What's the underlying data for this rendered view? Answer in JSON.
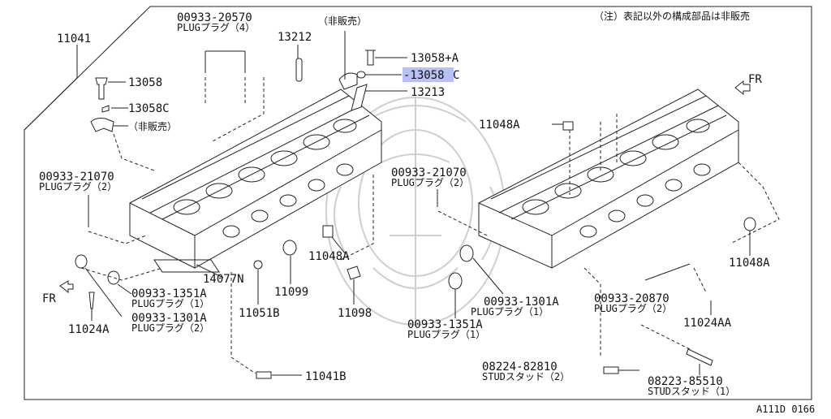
{
  "diagram": {
    "accent": "#b9c0f5",
    "note": "（注）表記以外の構成部品は非販売",
    "corner_code": "A111D 0166",
    "not_for_sale_1": "（非販売）",
    "not_for_sale_2": "（非販売）",
    "fr_right": "FR",
    "fr_left": "FR",
    "labels": {
      "p11041": "11041",
      "p00933_20570": "00933-20570",
      "p00933_20570_sub": "PLUGプラグ（4）",
      "p13212": "13212",
      "p13058_a": "13058+A",
      "p13058_sel": "-13058",
      "p13058_sel_suffix": "C",
      "p13213": "13213",
      "p13058": "13058",
      "p13058c": "13058C",
      "p11048a_top": "11048A",
      "p00933_21070_l": "00933-21070",
      "p00933_21070_l_sub": "PLUGプラグ（2）",
      "p00933_21070_r": "00933-21070",
      "p00933_21070_r_sub": "PLUGプラグ（2）",
      "p14077n": "14077N",
      "p11048a_mid": "11048A",
      "p11099": "11099",
      "p11098": "11098",
      "p00933_1351a_l": "00933-1351A",
      "p00933_1351a_l_sub": "PLUGプラグ（1）",
      "p00933_1301a_l": "00933-1301A",
      "p00933_1301a_l_sub": "PLUGプラグ（2）",
      "p11024a": "11024A",
      "p11051b": "11051B",
      "p11041b": "11041B",
      "p00933_1301a_r": "00933-1301A",
      "p00933_1301a_r_sub": "PLUGプラグ（1）",
      "p00933_1351a_r": "00933-1351A",
      "p00933_1351a_r_sub": "PLUGプラグ（1）",
      "p00933_20870": "00933-20870",
      "p00933_20870_sub": "PLUGプラグ（2）",
      "p11048a_right": "11048A",
      "p11024aa": "11024AA",
      "p08224_82810": "08224-82810",
      "p08224_82810_sub": "STUDスタッド（2）",
      "p08223_85510": "08223-85510",
      "p08223_85510_sub": "STUDスタッド（1）"
    }
  }
}
